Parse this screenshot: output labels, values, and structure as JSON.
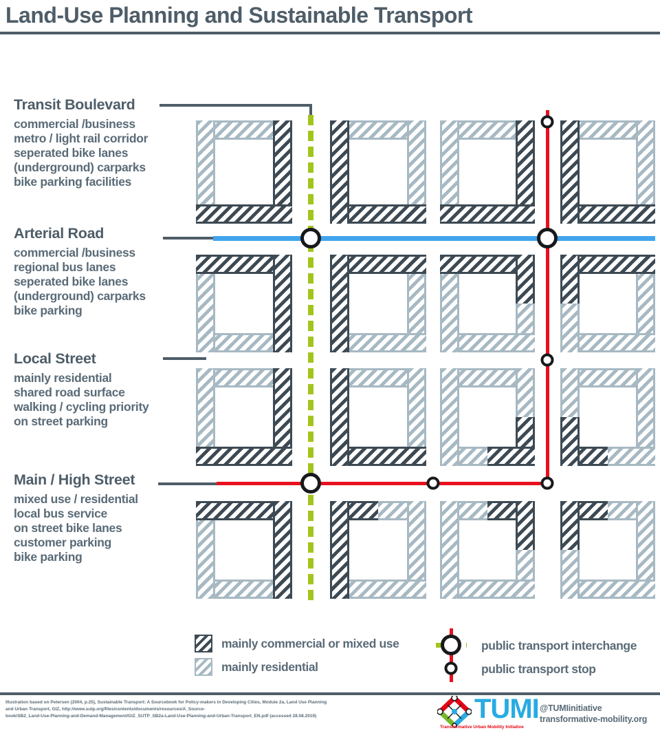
{
  "title": "Land-Use Planning and Sustainable Transport",
  "road_labels": [
    {
      "name": "Transit Boulevard",
      "features": [
        "commercial /business",
        "metro / light rail corridor",
        "seperated bike lanes",
        "(underground) carparks",
        "bike parking facilities"
      ]
    },
    {
      "name": "Arterial Road",
      "features": [
        "commercial /business",
        "regional bus lanes",
        "seperated bike lanes",
        "(underground) carparks",
        "bike parking"
      ]
    },
    {
      "name": "Local Street",
      "features": [
        "mainly residential",
        "shared road surface",
        "walking / cycling priority",
        "on street parking"
      ]
    },
    {
      "name": "Main / High Street",
      "features": [
        "mixed use / residential",
        "local bus service",
        "on street bike lanes",
        "customer parking",
        "bike parking"
      ]
    }
  ],
  "legend": {
    "commercial": "mainly commercial or mixed use",
    "residential": "mainly residential",
    "interchange": "public transport interchange",
    "stop": "public transport stop"
  },
  "footer": {
    "attribution_line1": "Illustration based on Petersen (2004, p.25), Sustainable Transport: A Sourcebook for Policy-makers in Developing Cities, Module 2a, Land Use Planning",
    "attribution_line2": "and Urban Transport, GIZ, http://www.sutp.org/files/contents/documents/resources/A_Source-",
    "attribution_line3": "book/SB2_Land-Use-Planning-and-Demand-Management/GIZ_SUTP_SB2a-Land-Use-Planning-and-Urban-Transport_EN.pdf (accessed 28.08.2019)",
    "logo_text": "TUMI",
    "logo_tagline": "Transformative Urban Mobility Initiative",
    "social_handle": "@TUMIinitiative",
    "website": "transformative-mobility.org"
  },
  "colors": {
    "dark_commercial": "#3d4a54",
    "light_residential": "#a7b9c3",
    "transit_green": "#a2c51d",
    "arterial_blue": "#41a4ec",
    "street_red": "#e8101f",
    "circle_ring": "#17191c",
    "heading_gray": "#4e5d68",
    "text_gray": "#5a6b77",
    "tumi_blue": "#29abe2",
    "tumi_red": "#e30613"
  },
  "grid": {
    "blocks": [
      {
        "r": 0,
        "c": 0,
        "top": "L",
        "right": "D",
        "bottom": "D",
        "left": "L"
      },
      {
        "r": 0,
        "c": 1,
        "top": "L",
        "right": "L",
        "bottom": "D",
        "left": "D"
      },
      {
        "r": 0,
        "c": 2,
        "top": "L",
        "right": "D",
        "bottom": "D",
        "left": "L"
      },
      {
        "r": 0,
        "c": 3,
        "top": "L",
        "right": "L",
        "bottom": "D",
        "left": "D"
      },
      {
        "r": 1,
        "c": 0,
        "top": "D",
        "right": "D",
        "bottom": "L",
        "left": "L"
      },
      {
        "r": 1,
        "c": 1,
        "top": "D",
        "right": "L",
        "bottom": "L",
        "left": "D"
      },
      {
        "r": 1,
        "c": 2,
        "top": "D",
        "right": [
          "D",
          "L"
        ],
        "bottom": "L",
        "left": "L"
      },
      {
        "r": 1,
        "c": 3,
        "top": "D",
        "right": "L",
        "bottom": "L",
        "left": [
          "D",
          "L"
        ]
      },
      {
        "r": 2,
        "c": 0,
        "top": "L",
        "right": "D",
        "bottom": "D",
        "left": "L"
      },
      {
        "r": 2,
        "c": 1,
        "top": "L",
        "right": "L",
        "bottom": "D",
        "left": "D"
      },
      {
        "r": 2,
        "c": 2,
        "top": "L",
        "right": [
          "L",
          "D"
        ],
        "bottom": [
          "L",
          "D"
        ],
        "left": "L"
      },
      {
        "r": 2,
        "c": 3,
        "top": "L",
        "right": "L",
        "bottom": [
          "D",
          "L"
        ],
        "left": [
          "L",
          "D"
        ]
      },
      {
        "r": 3,
        "c": 0,
        "top": "D",
        "right": "D",
        "bottom": "L",
        "left": "L"
      },
      {
        "r": 3,
        "c": 1,
        "top": [
          "D",
          "L"
        ],
        "right": "L",
        "bottom": "L",
        "left": "D"
      },
      {
        "r": 3,
        "c": 2,
        "top": [
          "L",
          "D"
        ],
        "right": [
          "D",
          "L"
        ],
        "bottom": "L",
        "left": "L"
      },
      {
        "r": 3,
        "c": 3,
        "top": [
          "D",
          "L"
        ],
        "right": "L",
        "bottom": "L",
        "left": [
          "D",
          "L"
        ]
      }
    ]
  }
}
